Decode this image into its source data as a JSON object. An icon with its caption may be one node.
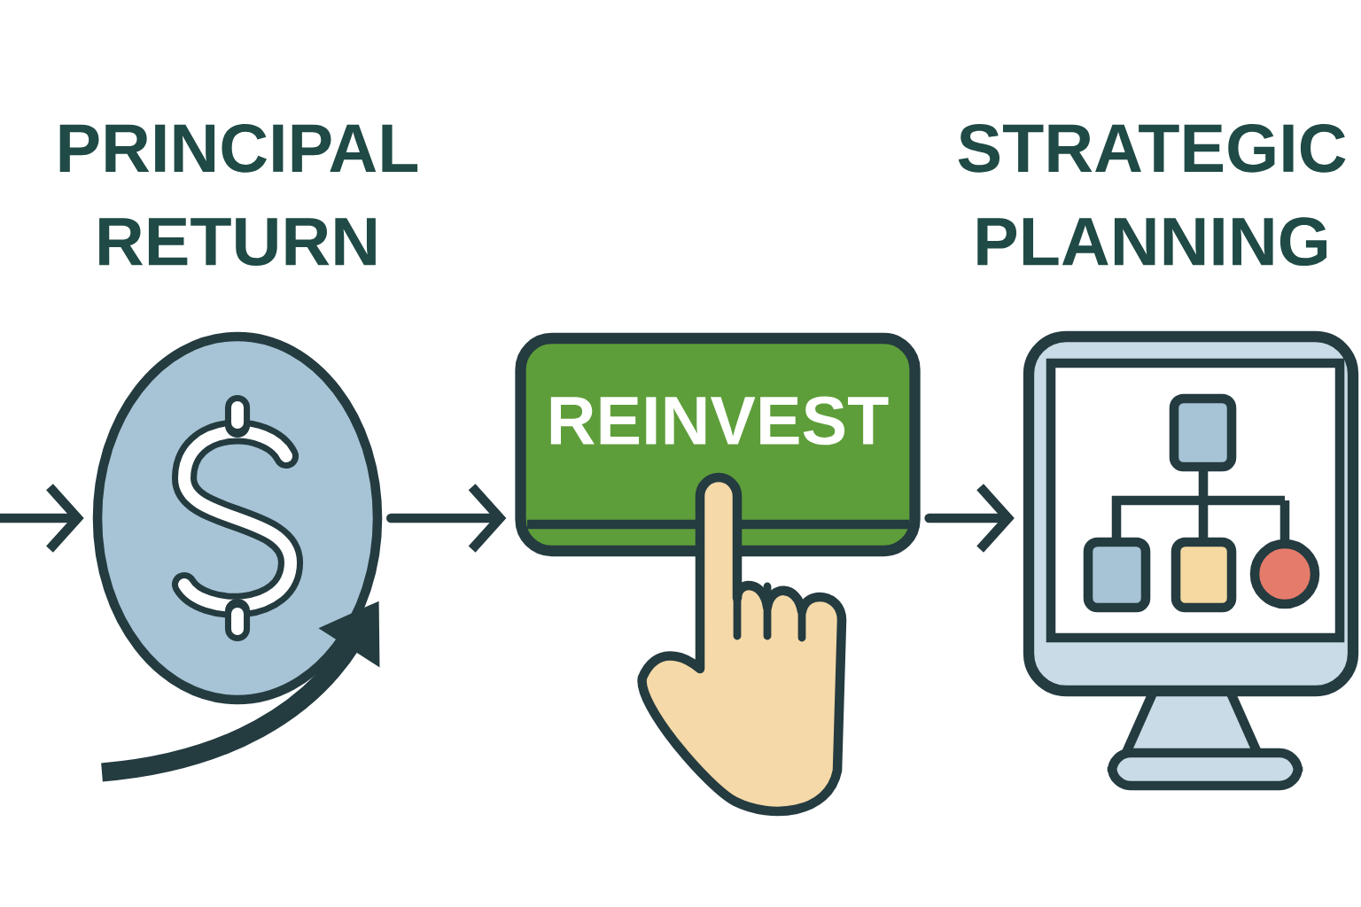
{
  "diagram": {
    "nodes": [
      {
        "text": [
          "PRINCIPAL RETURN"
        ]
      },
      {
        "text": [
          "REINVEST"
        ]
      },
      {
        "text": [
          "STRATEGIC PLANNING"
        ]
      }
    ],
    "edges": [
      {
        "from": null,
        "to": 0,
        "arrow": "to"
      },
      {
        "from": 0,
        "to": 1,
        "arrow": "to"
      },
      {
        "from": 1,
        "to": 2,
        "arrow": "to"
      }
    ]
  }
}
